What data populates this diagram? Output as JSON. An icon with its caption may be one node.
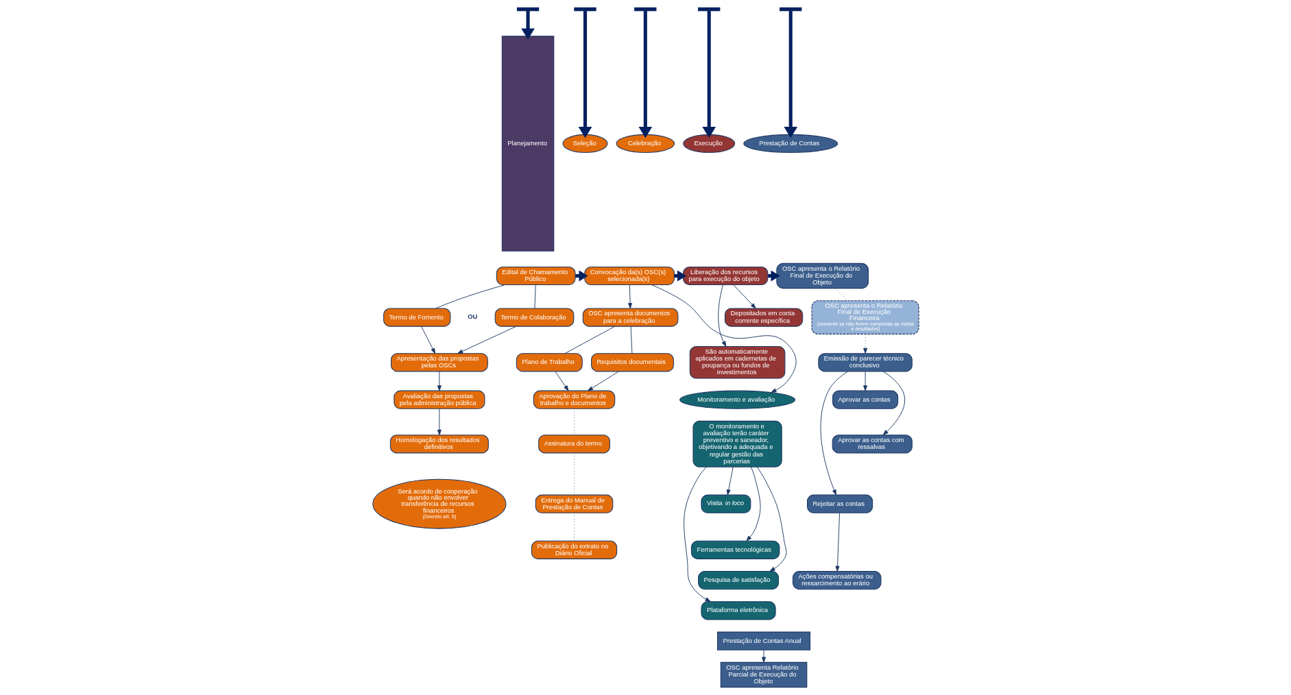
{
  "diagram": {
    "nodes": [
      {
        "text": [
          "Planejamento"
        ]
      },
      {
        "text": [
          "Seleção"
        ]
      },
      {
        "text": [
          "Edital de Chamamento Público"
        ]
      },
      {
        "text": [
          "Termo de Fomento"
        ]
      },
      {
        "text": [
          "Termo de Colaboração"
        ]
      },
      {
        "text": [
          "Apresentação das propostas pelas OSCs"
        ]
      },
      {
        "text": [
          "Avaliação das propostas pela administração pública"
        ]
      },
      {
        "text": [
          "Homologação dos resultados definitivos"
        ]
      },
      {
        "text": [
          "Será acordo de cooperação quando não envolver transferência de recursos financeiros",
          "(Decreto art. 5)"
        ]
      },
      {
        "text": [
          "Celebração"
        ]
      },
      {
        "text": [
          "Convocação da(s) OSC(s) selecionada(s)"
        ]
      },
      {
        "text": [
          "OSC apresenta documentos para a celebração"
        ]
      },
      {
        "text": [
          "Plano de Trabalho"
        ]
      },
      {
        "text": [
          "Requisitos documentais"
        ]
      },
      {
        "text": [
          "Aprovação do Plano de trabalho e documentos"
        ]
      },
      {
        "text": [
          "Assinatura do termo"
        ]
      },
      {
        "text": [
          "Entrega do Manual de Prestação de Contas"
        ]
      },
      {
        "text": [
          "Publicação do extrato no Diário Oficial"
        ]
      },
      {
        "text": [
          "Execução"
        ]
      },
      {
        "text": [
          "Liberação dos recursos para execução do objeto"
        ]
      },
      {
        "text": [
          "Depositados em conta corrente específica"
        ]
      },
      {
        "text": [
          "São automaticamente aplicados em cadernetas de poupança ou fundos de investimentos"
        ]
      },
      {
        "text": [
          "Monitoramento e avaliação"
        ]
      },
      {
        "text": [
          "O monitoramento e avaliação terão caráter preventivo e saneador, objetivando a adequada e regular gestão das parcerias"
        ]
      },
      {
        "text": [
          "Visita *in loco*"
        ]
      },
      {
        "text": [
          "Ferramentas tecnológicas"
        ]
      },
      {
        "text": [
          "Pesquisa de satisfação"
        ]
      },
      {
        "text": [
          "Plataforma eletrônica"
        ]
      },
      {
        "text": [
          "Prestação de Contas"
        ]
      },
      {
        "text": [
          "OSC apresenta o Relatório Final de Execução do Objeto"
        ]
      },
      {
        "text": [
          "OSC apresenta o Relatório Final de Execução Financeira",
          "(somente se não forem cumpridas as metas e resultados)"
        ]
      },
      {
        "text": [
          "Emissão de parecer técnico conclusivo"
        ]
      },
      {
        "text": [
          "Aprovar as contas"
        ]
      },
      {
        "text": [
          "Aprovar as contas com ressalvas"
        ]
      },
      {
        "text": [
          "Rejeitar as contas"
        ]
      },
      {
        "text": [
          "Ações compensatórias ou ressarcimento ao erário"
        ]
      },
      {
        "text": [
          "Prestação de Contas Anual"
        ]
      },
      {
        "text": [
          "OSC apresenta Relatório Parcial de Execução do Objeto"
        ]
      }
    ],
    "edges": [
      {
        "from": null,
        "to": 0,
        "arrow": "to",
        "style": "thick"
      },
      {
        "from": null,
        "to": 1,
        "arrow": "to",
        "style": "thick"
      },
      {
        "from": null,
        "to": 9,
        "arrow": "to",
        "style": "thick"
      },
      {
        "from": null,
        "to": 18,
        "arrow": "to",
        "style": "thick"
      },
      {
        "from": null,
        "to": 28,
        "arrow": "to",
        "style": "thick"
      },
      {
        "from": 2,
        "to": 3,
        "arrow": "none"
      },
      {
        "from": 2,
        "to": 4,
        "arrow": "none"
      },
      {
        "from": 3,
        "to": 5,
        "arrow": "to"
      },
      {
        "from": 4,
        "to": 5,
        "arrow": "to"
      },
      {
        "from": 5,
        "to": 6,
        "arrow": "to"
      },
      {
        "from": 6,
        "to": 7,
        "arrow": "to"
      },
      {
        "from": 2,
        "to": 10,
        "arrow": "to",
        "style": "thick"
      },
      {
        "from": 10,
        "to": 11,
        "arrow": "to"
      },
      {
        "from": 11,
        "to": 12,
        "arrow": "none"
      },
      {
        "from": 11,
        "to": 13,
        "arrow": "none"
      },
      {
        "from": 12,
        "to": 14,
        "arrow": "to"
      },
      {
        "from": 13,
        "to": 14,
        "arrow": "to"
      },
      {
        "from": 14,
        "to": 15,
        "arrow": "none",
        "style": "dashed"
      },
      {
        "from": 15,
        "to": 16,
        "arrow": "none",
        "style": "dashed"
      },
      {
        "from": 16,
        "to": 17,
        "arrow": "none",
        "style": "dashed"
      },
      {
        "from": 10,
        "to": 19,
        "arrow": "to",
        "style": "thick"
      },
      {
        "from": 10,
        "to": 22,
        "arrow": "to"
      },
      {
        "from": 19,
        "to": 20,
        "arrow": "to"
      },
      {
        "from": 19,
        "to": 21,
        "arrow": "to"
      },
      {
        "from": 23,
        "to": 24,
        "arrow": "to"
      },
      {
        "from": 23,
        "to": 25,
        "arrow": "to"
      },
      {
        "from": 23,
        "to": 26,
        "arrow": "to"
      },
      {
        "from": 23,
        "to": 27,
        "arrow": "to"
      },
      {
        "from": 19,
        "to": 29,
        "arrow": "to",
        "style": "thick"
      },
      {
        "from": 29,
        "to": 30,
        "arrow": "none",
        "style": "dashed"
      },
      {
        "from": 30,
        "to": 31,
        "arrow": "to",
        "style": "dashed"
      },
      {
        "from": 31,
        "to": 32,
        "arrow": "to"
      },
      {
        "from": 31,
        "to": 33,
        "arrow": "to"
      },
      {
        "from": 31,
        "to": 34,
        "arrow": "to"
      },
      {
        "from": 34,
        "to": 35,
        "arrow": "to"
      },
      {
        "from": 36,
        "to": 37,
        "arrow": "to"
      }
    ],
    "labels": [
      "OU"
    ]
  }
}
